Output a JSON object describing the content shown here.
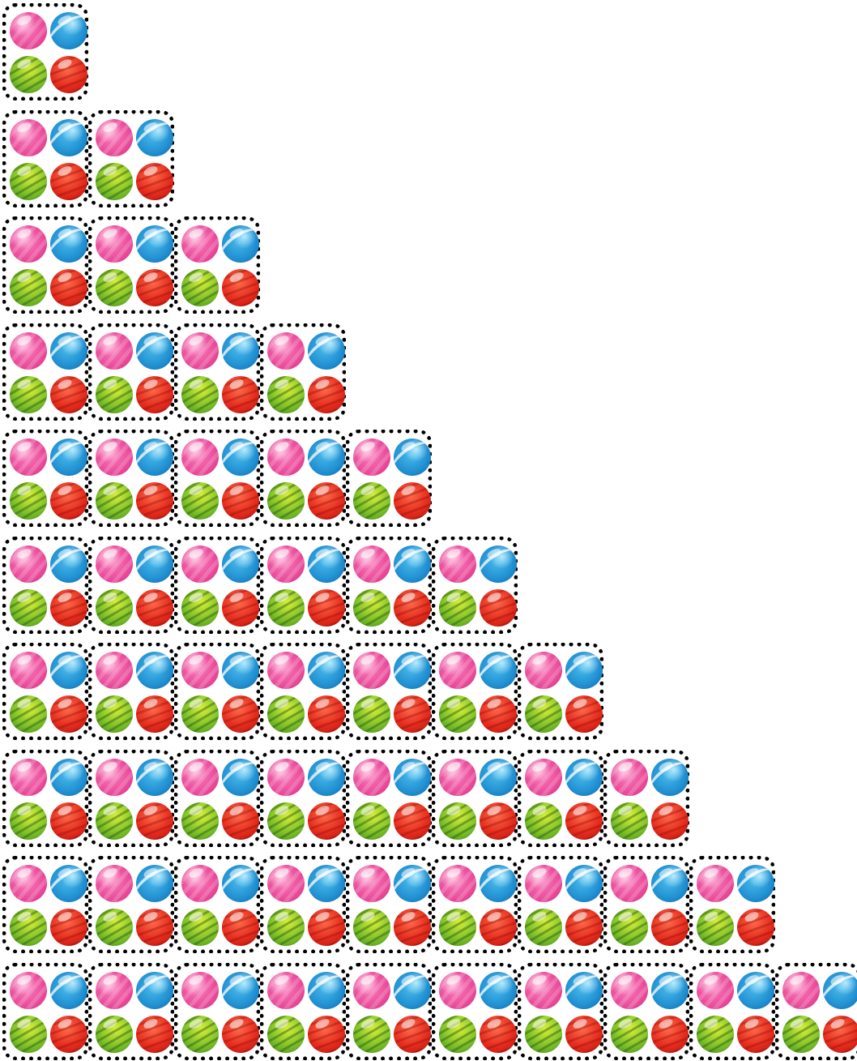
{
  "figure": {
    "description_kind": "triangular arrangement of grouped marbles",
    "rows": [
      1,
      2,
      3,
      4,
      5,
      6,
      7,
      8,
      9,
      10
    ],
    "group_contents": [
      {
        "color": "pink",
        "icon": "pink-marble-icon"
      },
      {
        "color": "blue",
        "icon": "blue-marble-icon"
      },
      {
        "color": "green",
        "icon": "green-marble-icon"
      },
      {
        "color": "red",
        "icon": "red-marble-icon"
      }
    ],
    "colors": {
      "pink": "#ea4b9a",
      "blue": "#1f8fd1",
      "green": "#7fc12a",
      "red": "#e52d1d",
      "border": "#000000",
      "background": "#ffffff"
    }
  }
}
